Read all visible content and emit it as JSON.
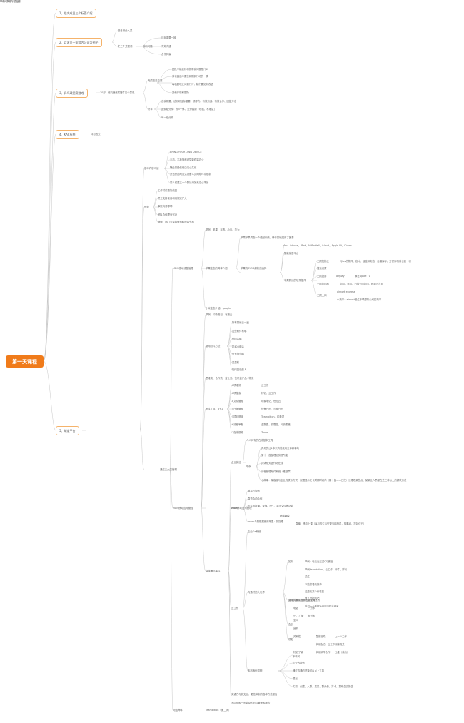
{
  "root": "第一天课程",
  "topics": [
    {
      "label": "1、组内成员三个标签介绍"
    },
    {
      "label": "2、以滚贝一家组内公司为例子"
    },
    {
      "label": "3、乒乓球竞赛游戏"
    },
    {
      "label": "4、KAC系统"
    },
    {
      "label": "5、知道平台"
    }
  ],
  "nodes": [
    "选各积分入员",
    "史三个关键词",
    "我吗问题",
    "目标重要一致",
    "有效沟通",
    "合作共赢",
    "10部、做机器竞赛摆件各小意说",
    "完成任务方法",
    "团队不能我好和协带我问题是什么",
    "体化器选中要些和刚到行动的一类",
    "每机要项之间到行讨，制们要如何改进",
    "其他体现和摆隐",
    "分享",
    "自我概要、法则研目标重要、领导力、有效沟通、有效合作、团畿方法",
    "国安组分享：作5个体，至分建隐「理机、不理智」",
    "每一组分享",
    "评自旨关",
    "基本内容介绍",
    "BRING YOUR OWN DEVICE",
    "手机、平板等移动智能终端办公",
    "随处接受任何由内公共领",
    "开拓开始地点达设备人员网络环境限制",
    "同人们建立一个群针对某来办公场景",
    "优势",
    "工作时前更协改宽",
    "员工支持使用和用规定严大",
    "事数商青哪哪",
    "团队合作理有沉迷",
    "做解厂部门大量钩盘独和理事先机",
    "MDM移动设备管理",
    "举例：苹果、谷歌、小米、华为",
    "苹果生态的简单介绍",
    "苹果的BYOD解析的选择",
    "苹果苹果调查一个强配系统，研传打破搜用了团泰",
    "Mac、iphone、iPad、AirPod/ell、icloud、Apple ID、iTunes",
    "智能家居平台",
    "苹果跨达的软件插件",
    "无限扫描仪",
    "与Ios的物件、名片、速度和文档、自通库存、方便你相读也到一切",
    "搜索设置",
    "无限投屏",
    "airplay",
    "飘在Apple TV",
    "无限打印机",
    "打印、复印、扫描无限打印、移动云打印",
    "无限上网",
    "airport express",
    "小故事：airport诞生于联想故公司的故事",
    "小米生态介绍、google",
    "举例：印象笔记、有道云..",
    "使用软件方法",
    "所有思维去一遍",
    "这些软件有哪",
    "别问答略",
    "打400电话",
    "负责据归纳",
    "量里料",
    "相问直说的人",
    "思维流、合作流、营业流、快机营产品+物流",
    "团队工具：8+1",
    "8项维修",
    "云工作",
    "8项搜索",
    "钉钉、云工作",
    "8文件管理",
    "印象笔记、世纪云",
    "4日报管理",
    "快餐日历、云联日历",
    "5项目基本",
    "Teambition、印象项",
    "6流程审批",
    "金数据、初雪佐、问街表格",
    "7在线视频",
    "Zoom",
    "通过三大类管理",
    "MAM移动应用管理",
    "企业微信",
    "人人问有的在线基本工具",
    "具你的让1本来搞他使用主体和事场",
    "第十一首部理后务框所能",
    "具体相关运作好在线",
    "请程管理布件系统（推基章）",
    "举例",
    "小故事：某客服与企业的联系方式、报据显示在长时期时间内（期十部——日扫）长理理某些点、某某业人员都在之三种以上的解决方法",
    "MAM移动应用管理",
    "zoom",
    "简易云规则",
    "直流会动会作",
    "可实现投播、录播、PPT、演示文件等功能",
    "zoom与是根据使用故里：扑捉理",
    "跨越翻模",
    "直播、移动上课（每月的生活型更多精神具，蓝鹏卓、控站位行）",
    "直接通办事件",
    "企业Oa系统",
    "云工作",
    "沟通时的大世界",
    "如何",
    "举例：电话出过过QQ微信",
    "举例teambition、云工作、邮件、群讯",
    "关注",
    "不能打看政策单",
    "这是在某个你在的",
    "做了分析间吧",
    "成为人人群组体会问当时学调量",
    "宣传一个长期和之后说到是的",
    "资讯的使用在的当前工具",
    "对象",
    "一对一",
    "电话",
    "一对多",
    "YY、广播",
    "多对多",
    "会议",
    "空间",
    "直到",
    "现处",
    "关系性",
    "直接相关",
    "上一个工作",
    "审阅会达、云工作",
    "间接相关",
    "钉钉了解",
    "审阅邮件合作",
    "五维（我给）",
    "不转转",
    "本档两份群聊",
    "企业内能信",
    "通过沟通的更换可以点上工具",
    "展出",
    "实现、创建、入群、发表、群头像、打卡、发布会议报告",
    "实通方与前交业、更拉体制的各种方法报告",
    "不同是和一步能动的可以管理和报告",
    "问始腾嘛",
    "teambition（第二天）",
    "MCM移动内容管理",
    "举例：邮件、在运..."
  ]
}
